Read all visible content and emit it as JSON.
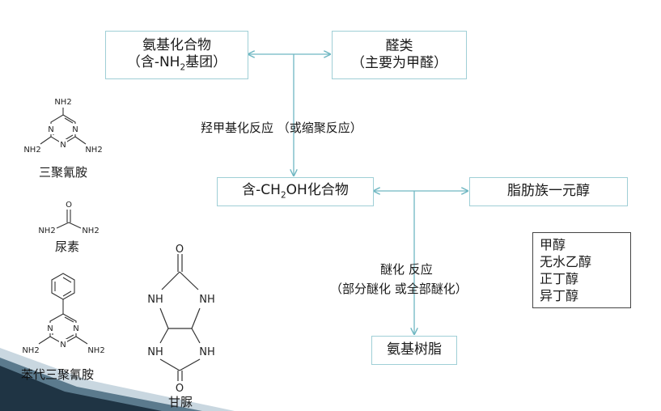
{
  "boxes": {
    "amino": {
      "line1": "氨基化合物",
      "line2_pre": "（含-NH",
      "line2_sub": "2",
      "line2_post": "基团）"
    },
    "aldehyde": {
      "line1": "醛类",
      "line2": "（主要为甲醛）"
    },
    "hydroxymethyl": {
      "pre": "含-CH",
      "sub": "2",
      "post": "OH化合物"
    },
    "fatty_alcohol": {
      "text": "脂肪族一元醇"
    },
    "resin": {
      "text": "氨基树脂"
    }
  },
  "labels": {
    "hydroxymethylation": "羟甲基化反应 （或缩聚反应）",
    "etherification_line1": "醚化  反应",
    "etherification_line2": "（部分醚化  或全部醚化）"
  },
  "alcohols": [
    "甲醇",
    "无水乙醇",
    "正丁醇",
    "异丁醇"
  ],
  "compounds": {
    "melamine": {
      "name": "三聚氰胺",
      "group": "NH2",
      "ring_n": "N"
    },
    "urea": {
      "name": "尿素",
      "o": "O",
      "group": "NH2"
    },
    "benzoguanamine": {
      "name": "苯代三聚氰胺",
      "group": "NH2",
      "ring_n": "N"
    },
    "glycoluril": {
      "name": "甘脲",
      "o": "O",
      "nh": "NH"
    }
  },
  "colors": {
    "connector": "#6fb7c2",
    "box_border": "#9fcfd6",
    "footer_dark": "#1f3444",
    "footer_mid": "#5b7a8d",
    "footer_light": "#c9d7e0"
  }
}
